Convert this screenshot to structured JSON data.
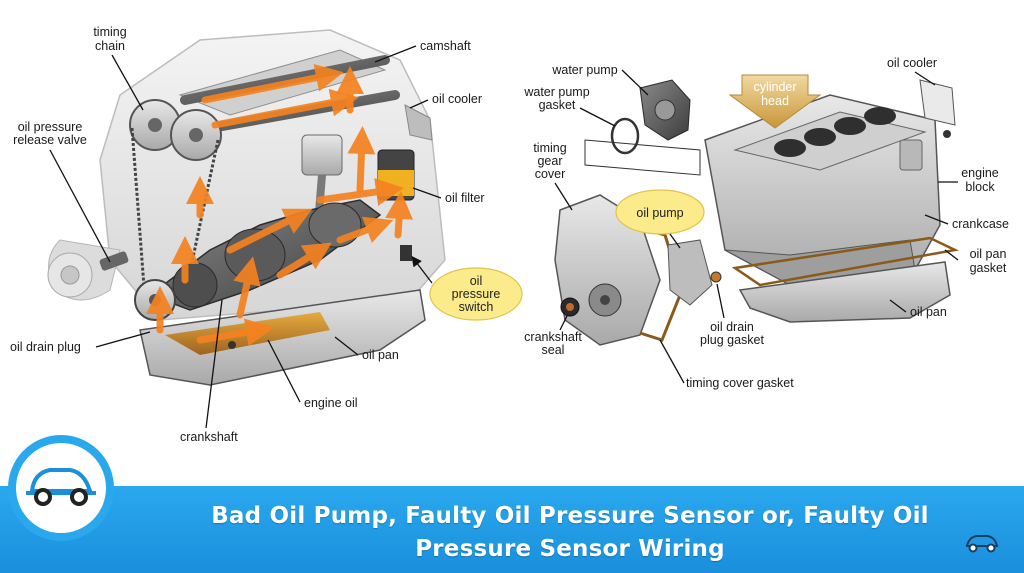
{
  "left_diagram": {
    "labels": {
      "timing_chain": [
        "timing",
        "chain"
      ],
      "camshaft": "camshaft",
      "oil_cooler": "oil cooler",
      "oil_pressure_release_valve": [
        "oil pressure",
        "release valve"
      ],
      "oil_filter": "oil filter",
      "oil_pressure_switch": [
        "oil",
        "pressure",
        "switch"
      ],
      "oil_drain_plug": "oil drain plug",
      "oil_pan": "oil pan",
      "engine_oil": "engine oil",
      "crankshaft": "crankshaft"
    }
  },
  "right_diagram": {
    "labels": {
      "water_pump": "water pump",
      "water_pump_gasket": [
        "water pump",
        "gasket"
      ],
      "cylinder_head": [
        "cylinder",
        "head"
      ],
      "oil_cooler": "oil cooler",
      "timing_gear_cover": [
        "timing",
        "gear",
        "cover"
      ],
      "oil_pump": "oil pump",
      "engine_block": [
        "engine",
        "block"
      ],
      "crankcase": "crankcase",
      "oil_pan_gasket": [
        "oil pan",
        "gasket"
      ],
      "oil_pan": "oil pan",
      "crankshaft_seal": [
        "crankshaft",
        "seal"
      ],
      "oil_drain_plug_gasket": [
        "oil drain",
        "plug gasket"
      ],
      "timing_cover_gasket": "timing cover gasket"
    }
  },
  "banner": {
    "title_line1": "Bad Oil Pump, Faulty Oil Pressure Sensor or, Faulty Oil",
    "title_line2": "Pressure Sensor Wiring"
  },
  "colors": {
    "banner": "#1a8fdc",
    "oil_flow": "#f58220",
    "highlight_bubble": "#fbeb8a",
    "cylinder_head_arrow": "#d9b25a"
  },
  "icons": {
    "logo": "car-logo-icon",
    "corner": "car-outline-icon"
  }
}
